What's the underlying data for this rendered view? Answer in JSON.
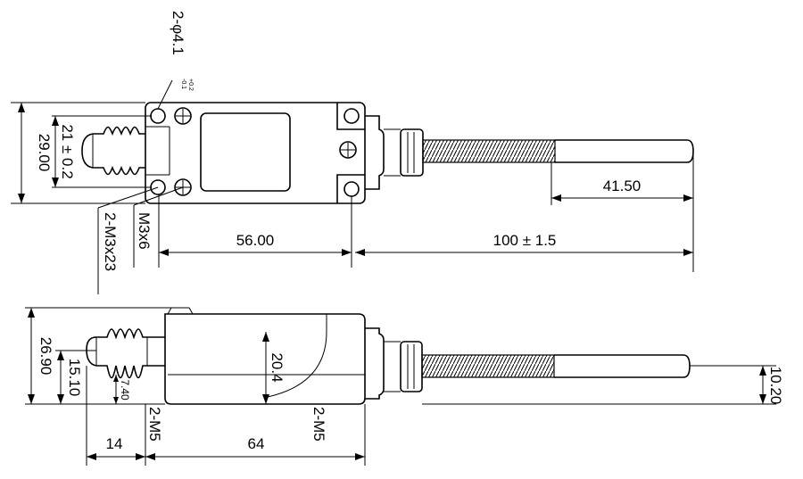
{
  "colors": {
    "ink": "#000000",
    "paper": "#ffffff"
  },
  "top_view": {
    "hole_callout_main": "2-φ4.1",
    "hole_callout_tol_upper": "+0.2",
    "hole_callout_tol_lower": "-0.1",
    "dim_height_outer": "29.00",
    "dim_height_inner": "21 ± 0.2",
    "screw_callout_1": "2-M3x23",
    "screw_callout_2": "M3x6",
    "dim_body_length": "56.00",
    "dim_rod_total": "100 ± 1.5",
    "dim_rod_tip": "41.50"
  },
  "side_view": {
    "dim_height_outer": "26.90",
    "dim_height_mid": "15.10",
    "dim_small": "7.40",
    "dim_inner": "20.4",
    "thread_left": "2-M5",
    "thread_right": "2-M5",
    "dim_left_len": "14",
    "dim_body_len": "64",
    "dim_rod_dia": "10.20"
  }
}
